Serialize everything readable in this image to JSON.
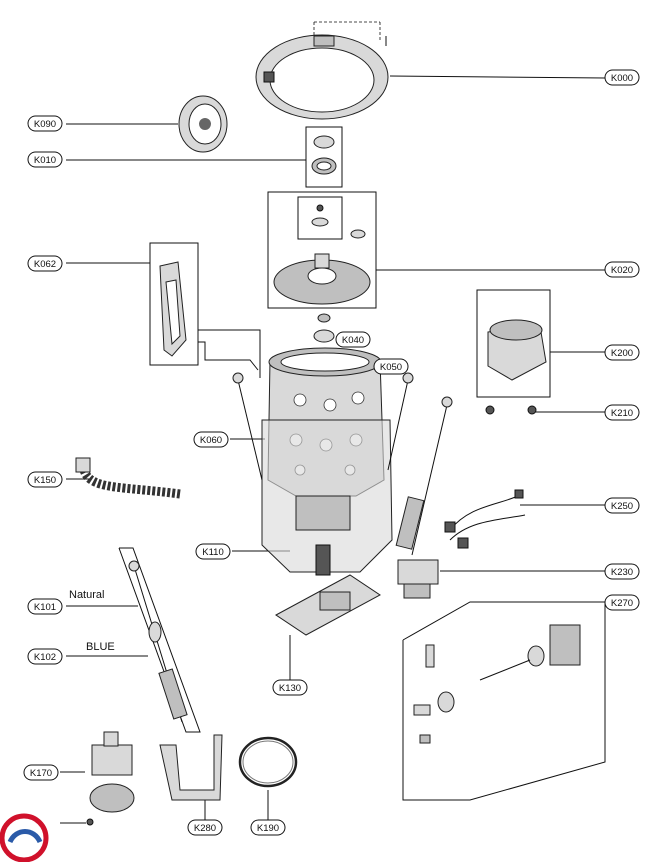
{
  "callouts": [
    {
      "id": "K000",
      "label": "K000"
    },
    {
      "id": "K090",
      "label": "K090"
    },
    {
      "id": "K010",
      "label": "K010"
    },
    {
      "id": "K020",
      "label": "K020"
    },
    {
      "id": "K062",
      "label": "K062"
    },
    {
      "id": "K040",
      "label": "K040"
    },
    {
      "id": "K050",
      "label": "K050"
    },
    {
      "id": "K200",
      "label": "K200"
    },
    {
      "id": "K210",
      "label": "K210"
    },
    {
      "id": "K060",
      "label": "K060"
    },
    {
      "id": "K150",
      "label": "K150"
    },
    {
      "id": "K250",
      "label": "K250"
    },
    {
      "id": "K110",
      "label": "K110"
    },
    {
      "id": "K230",
      "label": "K230"
    },
    {
      "id": "K270",
      "label": "K270"
    },
    {
      "id": "K101",
      "label": "K101"
    },
    {
      "id": "K102",
      "label": "K102"
    },
    {
      "id": "K130",
      "label": "K130"
    },
    {
      "id": "K170",
      "label": "K170"
    },
    {
      "id": "K280",
      "label": "K280"
    },
    {
      "id": "K190",
      "label": "K190"
    }
  ],
  "notes": {
    "natural": "Natural",
    "blue": "BLUE"
  },
  "logo": {
    "colors": [
      "#d0112b",
      "#2a5aa8"
    ]
  }
}
